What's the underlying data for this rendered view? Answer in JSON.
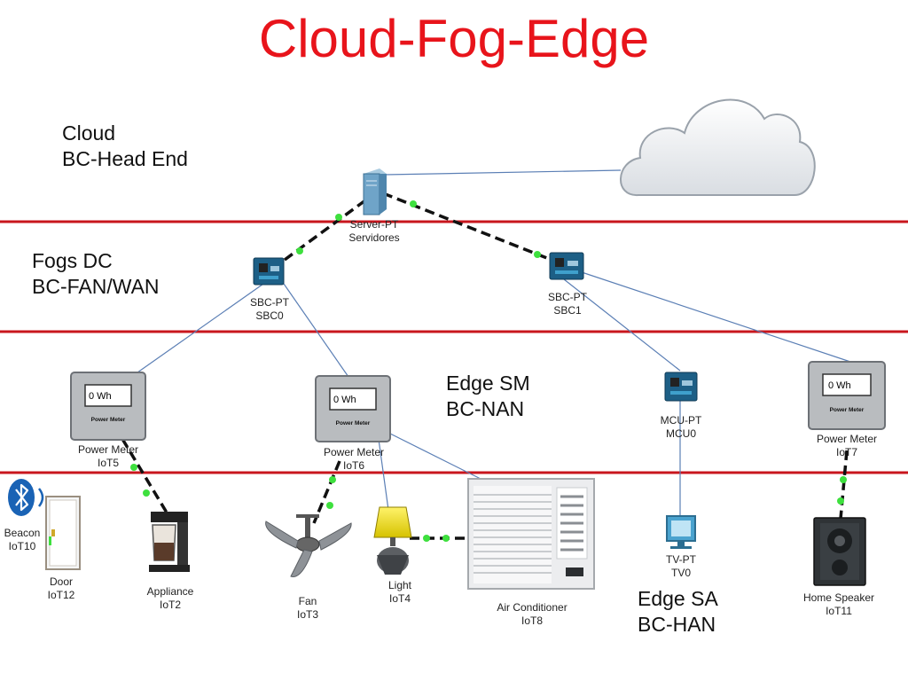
{
  "title": "Cloud-Fog-Edge",
  "tiers": {
    "cloud": "Cloud\nBC-Head End",
    "fog": "Fogs DC\nBC-FAN/WAN",
    "edge_sm": "Edge SM\nBC-NAN",
    "edge_sa": "Edge SA\nBC-HAN"
  },
  "devices": {
    "server": "Server-PT\nServidores",
    "sbc0": "SBC-PT\nSBC0",
    "sbc1": "SBC-PT\nSBC1",
    "iot5": "Power Meter\nIoT5",
    "iot6": "Power Meter\nIoT6",
    "mcu0": "MCU-PT\nMCU0",
    "iot7": "Power Meter\nIoT7",
    "iot10": "Beacon\nIoT10",
    "iot12": "Door\nIoT12",
    "iot2": "Appliance\nIoT2",
    "iot3": "Fan\nIoT3",
    "iot4": "Light\nIoT4",
    "iot8": "Air Conditioner\nIoT8",
    "tv0": "TV-PT\nTV0",
    "iot11": "Home Speaker\nIoT11"
  },
  "meters": {
    "reading": "0 Wh",
    "brand": "Power Meter"
  },
  "colors": {
    "title": "#e8141b",
    "tier_line": "#c8161d",
    "link_wireless": "#5b7fb5",
    "link_cable": "#111111",
    "link_dot": "#3ee03e"
  }
}
